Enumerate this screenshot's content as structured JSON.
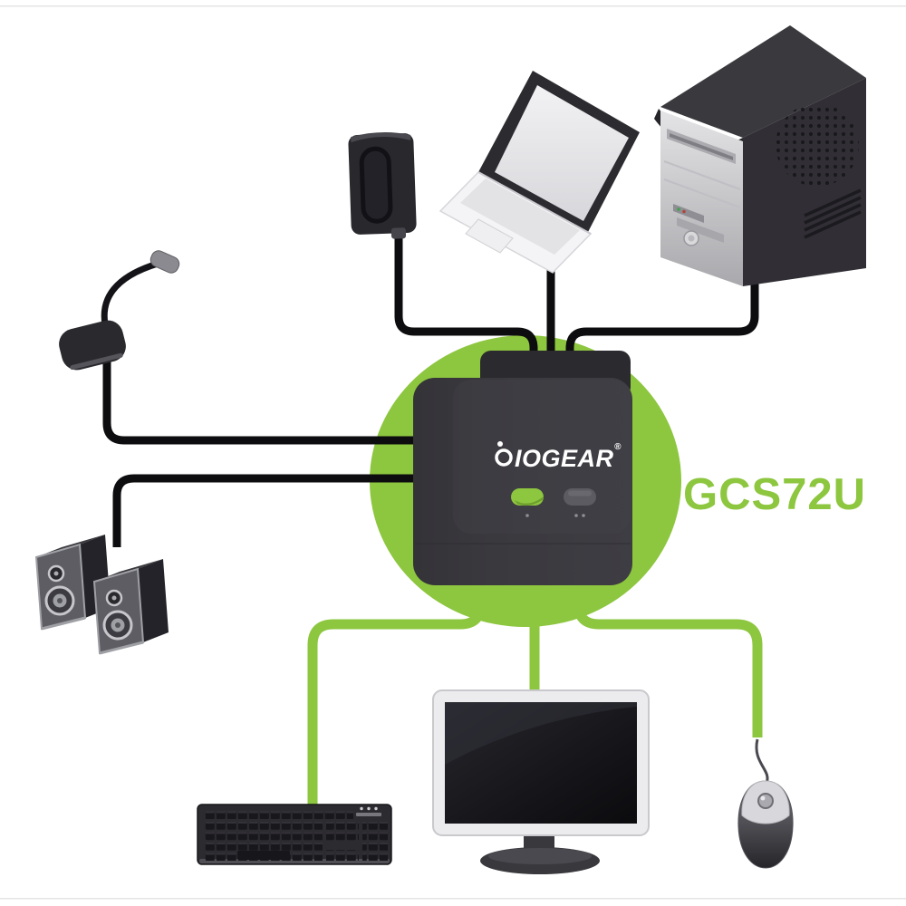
{
  "diagram": {
    "brand_logo": "IOGEAR",
    "registered_mark": "®",
    "model_label": "GCS72U",
    "kvm_switch": {
      "name": "kvm-switch",
      "logo_text": "IOGEAR",
      "ports": [
        {
          "id": "port-1",
          "button_color": "#8DC63F",
          "state": "active"
        },
        {
          "id": "port-2",
          "button_color": "#5C5B62",
          "state": "inactive"
        }
      ]
    },
    "source_devices": [
      {
        "name": "power-adapter"
      },
      {
        "name": "laptop"
      },
      {
        "name": "desktop-pc"
      }
    ],
    "console_devices": [
      {
        "name": "microphone"
      },
      {
        "name": "speakers"
      },
      {
        "name": "keyboard"
      },
      {
        "name": "monitor"
      },
      {
        "name": "mouse"
      }
    ],
    "colors": {
      "background": "#FFFFFF",
      "accent_green": "#8DC63F",
      "cable_source": "#0D0D0F",
      "cable_console": "#8DC63F",
      "kvm_body": "#39383E",
      "label_green": "#8DC63F"
    }
  }
}
